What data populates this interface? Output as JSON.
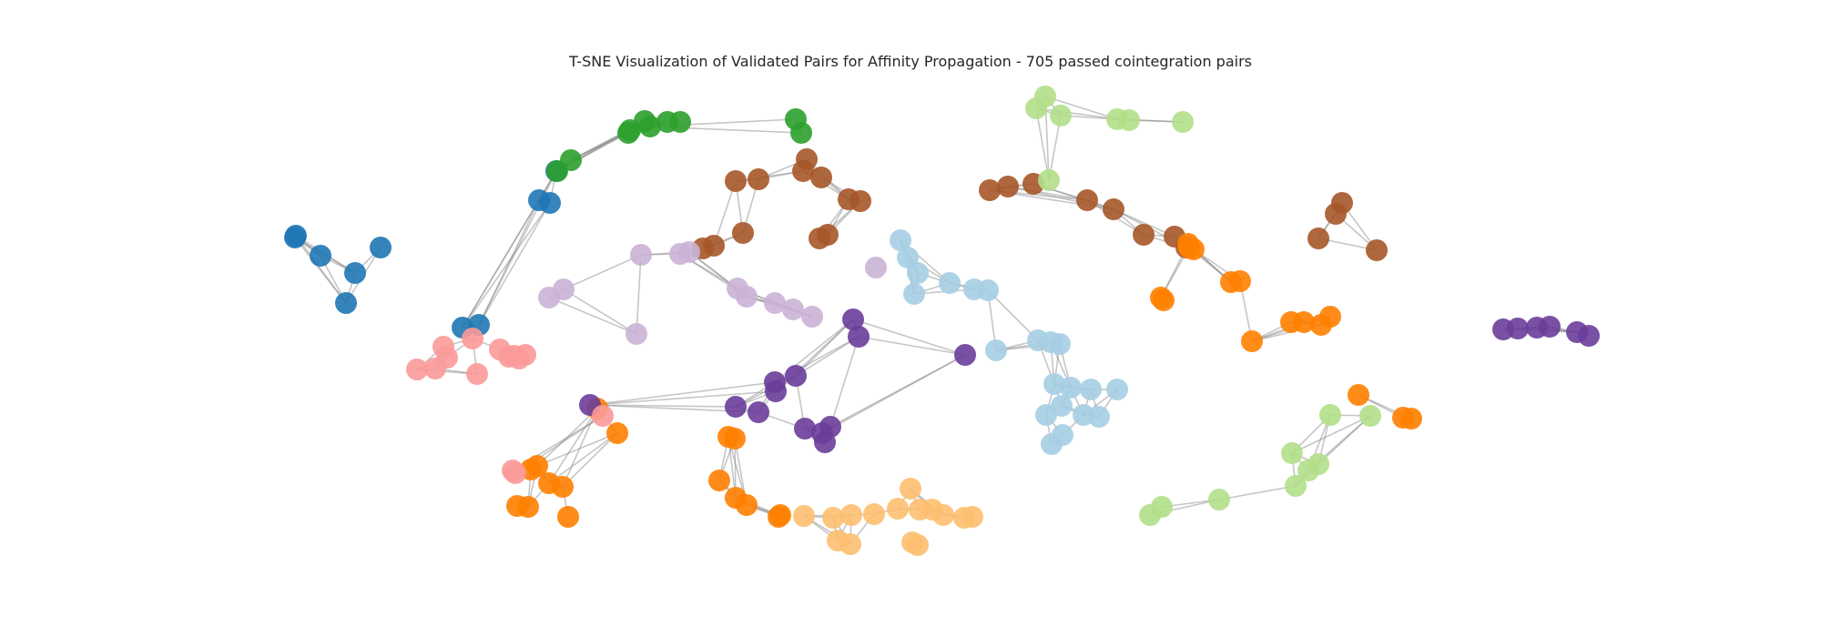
{
  "chart_data": {
    "type": "scatter",
    "title": "T-SNE Visualization of Validated Pairs for Affinity Propagation - 705 passed cointegration pairs",
    "xlabel": "",
    "ylabel": "",
    "axes_visible": false,
    "grid": false,
    "legend": false,
    "edge_color": "#808080",
    "clusters": [
      {
        "color": "#1f77b4",
        "points": [
          [
            325,
            259
          ],
          [
            352,
            281
          ],
          [
            390,
            300
          ],
          [
            418,
            272
          ],
          [
            380,
            333
          ],
          [
            592,
            220
          ],
          [
            604,
            223
          ],
          [
            611,
            188
          ],
          [
            508,
            360
          ],
          [
            526,
            357
          ],
          [
            324,
            261
          ]
        ]
      },
      {
        "color": "#2ca02c",
        "points": [
          [
            627,
            176
          ],
          [
            612,
            188
          ],
          [
            692,
            143
          ],
          [
            708,
            133
          ],
          [
            733,
            134
          ],
          [
            747,
            134
          ],
          [
            874,
            131
          ],
          [
            880,
            146
          ],
          [
            690,
            146
          ],
          [
            714,
            139
          ]
        ]
      },
      {
        "color": "#a65628",
        "points": [
          [
            808,
            199
          ],
          [
            833,
            197
          ],
          [
            886,
            175
          ],
          [
            882,
            188
          ],
          [
            902,
            195
          ],
          [
            932,
            219
          ],
          [
            945,
            221
          ],
          [
            909,
            258
          ],
          [
            900,
            262
          ],
          [
            772,
            273
          ],
          [
            784,
            270
          ],
          [
            816,
            256
          ],
          [
            1087,
            209
          ],
          [
            1107,
            205
          ],
          [
            1135,
            202
          ],
          [
            1194,
            220
          ],
          [
            1223,
            230
          ],
          [
            1256,
            258
          ],
          [
            1290,
            260
          ],
          [
            1303,
            272
          ],
          [
            1448,
            262
          ],
          [
            1474,
            223
          ],
          [
            1467,
            235
          ],
          [
            1512,
            275
          ]
        ]
      },
      {
        "color": "#cab2d6",
        "points": [
          [
            704,
            280
          ],
          [
            747,
            279
          ],
          [
            757,
            277
          ],
          [
            603,
            327
          ],
          [
            619,
            318
          ],
          [
            699,
            367
          ],
          [
            810,
            317
          ],
          [
            820,
            326
          ],
          [
            851,
            333
          ],
          [
            871,
            340
          ],
          [
            892,
            348
          ],
          [
            962,
            294
          ]
        ]
      },
      {
        "color": "#a6cee3",
        "points": [
          [
            989,
            264
          ],
          [
            997,
            283
          ],
          [
            1008,
            300
          ],
          [
            1043,
            311
          ],
          [
            1070,
            318
          ],
          [
            1085,
            319
          ],
          [
            1004,
            323
          ],
          [
            1094,
            385
          ],
          [
            1140,
            374
          ],
          [
            1154,
            376
          ],
          [
            1164,
            378
          ],
          [
            1158,
            422
          ],
          [
            1176,
            426
          ],
          [
            1198,
            428
          ],
          [
            1227,
            428
          ],
          [
            1207,
            458
          ],
          [
            1166,
            446
          ],
          [
            1149,
            456
          ],
          [
            1190,
            456
          ],
          [
            1155,
            488
          ],
          [
            1167,
            478
          ]
        ]
      },
      {
        "color": "#b2df8a",
        "points": [
          [
            1148,
            106
          ],
          [
            1138,
            119
          ],
          [
            1165,
            127
          ],
          [
            1227,
            131
          ],
          [
            1240,
            132
          ],
          [
            1299,
            134
          ],
          [
            1152,
            198
          ],
          [
            1461,
            456
          ],
          [
            1505,
            457
          ],
          [
            1419,
            498
          ],
          [
            1437,
            517
          ],
          [
            1448,
            510
          ],
          [
            1423,
            534
          ],
          [
            1339,
            549
          ],
          [
            1276,
            557
          ],
          [
            1263,
            566
          ]
        ]
      },
      {
        "color": "#ff7f00",
        "points": [
          [
            1305,
            268
          ],
          [
            1306,
            272
          ],
          [
            1311,
            274
          ],
          [
            1352,
            310
          ],
          [
            1362,
            309
          ],
          [
            1275,
            327
          ],
          [
            1278,
            330
          ],
          [
            1418,
            354
          ],
          [
            1432,
            354
          ],
          [
            1451,
            357
          ],
          [
            1461,
            348
          ],
          [
            1375,
            375
          ],
          [
            1492,
            434
          ],
          [
            1541,
            459
          ],
          [
            1550,
            460
          ],
          [
            656,
            449
          ],
          [
            678,
            476
          ],
          [
            800,
            480
          ],
          [
            807,
            482
          ],
          [
            583,
            516
          ],
          [
            590,
            512
          ],
          [
            603,
            531
          ],
          [
            618,
            535
          ],
          [
            568,
            556
          ],
          [
            580,
            557
          ],
          [
            624,
            568
          ],
          [
            790,
            528
          ],
          [
            808,
            547
          ],
          [
            820,
            555
          ],
          [
            857,
            566
          ],
          [
            855,
            568
          ]
        ]
      },
      {
        "color": "#fdbf6f",
        "points": [
          [
            883,
            567
          ],
          [
            915,
            569
          ],
          [
            935,
            566
          ],
          [
            1000,
            537
          ],
          [
            1010,
            560
          ],
          [
            960,
            565
          ],
          [
            986,
            559
          ],
          [
            1024,
            560
          ],
          [
            1036,
            566
          ],
          [
            1059,
            569
          ],
          [
            1068,
            568
          ],
          [
            920,
            594
          ],
          [
            934,
            598
          ],
          [
            1002,
            596
          ],
          [
            1008,
            599
          ]
        ]
      },
      {
        "color": "#6a3d9a",
        "points": [
          [
            1060,
            390
          ],
          [
            937,
            351
          ],
          [
            943,
            370
          ],
          [
            648,
            445
          ],
          [
            808,
            447
          ],
          [
            833,
            453
          ],
          [
            851,
            420
          ],
          [
            874,
            413
          ],
          [
            852,
            430
          ],
          [
            884,
            471
          ],
          [
            903,
            476
          ],
          [
            906,
            486
          ],
          [
            912,
            469
          ],
          [
            1651,
            362
          ],
          [
            1667,
            361
          ],
          [
            1688,
            360
          ],
          [
            1702,
            359
          ],
          [
            1732,
            365
          ],
          [
            1745,
            369
          ]
        ]
      },
      {
        "color": "#fb9a99",
        "points": [
          [
            458,
            406
          ],
          [
            487,
            381
          ],
          [
            491,
            393
          ],
          [
            478,
            405
          ],
          [
            519,
            372
          ],
          [
            549,
            384
          ],
          [
            559,
            392
          ],
          [
            524,
            411
          ],
          [
            565,
            391
          ],
          [
            570,
            394
          ],
          [
            577,
            390
          ],
          [
            662,
            457
          ],
          [
            563,
            517
          ],
          [
            566,
            520
          ]
        ]
      }
    ]
  }
}
